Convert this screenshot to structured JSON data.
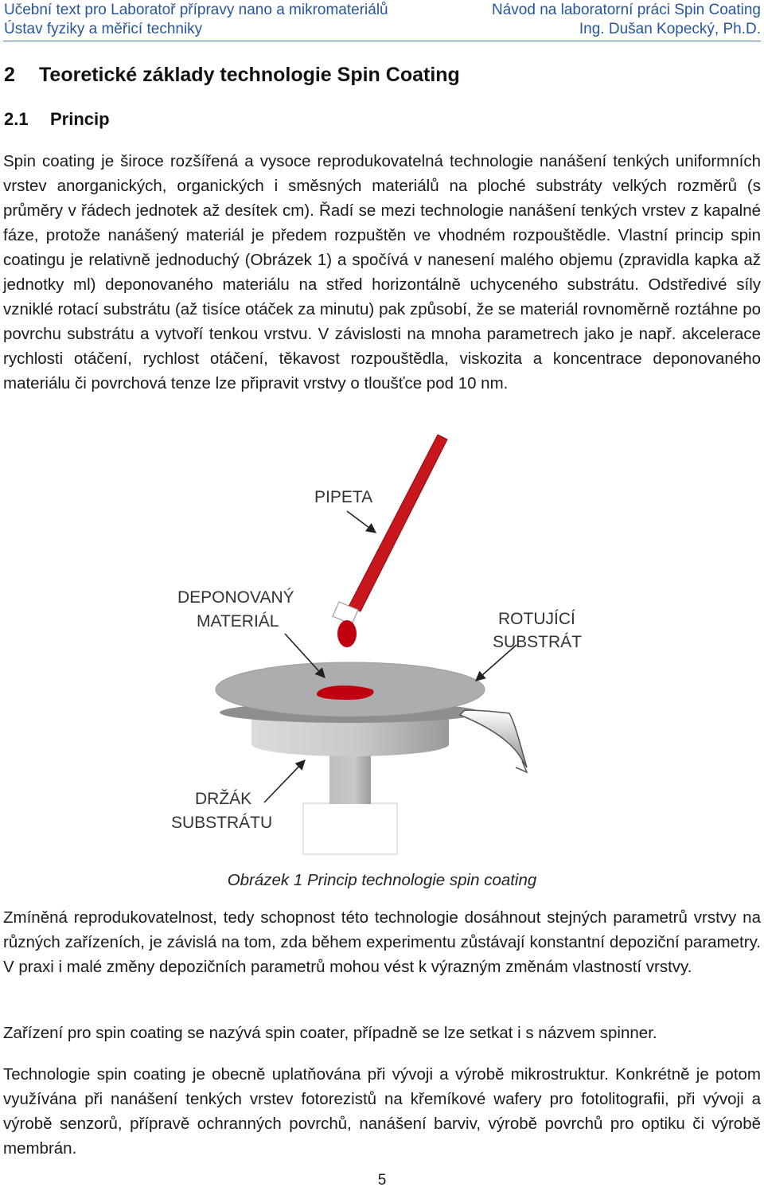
{
  "header": {
    "left_line1": "Učební text pro Laboratoř přípravy nano a mikromateriálů",
    "left_line2": "Ústav fyziky a měřicí techniky",
    "right_line1": "Návod na laboratorní práci Spin Coating",
    "right_line2": "Ing. Dušan Kopecký, Ph.D."
  },
  "section": {
    "number": "2",
    "title": "Teoretické základy technologie Spin Coating"
  },
  "subsection": {
    "number": "2.1",
    "title": "Princip"
  },
  "paragraph1": "Spin coating je široce rozšířená a vysoce reprodukovatelná technologie nanášení tenkých uniformních vrstev anorganických, organických i směsných materiálů na ploché substráty velkých rozměrů (s průměry v řádech jednotek až desítek cm). Řadí se mezi technologie nanášení tenkých vrstev z kapalné fáze, protože nanášený materiál je předem rozpuštěn ve vhodném rozpouštědle. Vlastní princip spin coatingu je relativně jednoduchý (Obrázek 1) a spočívá v nanesení malého objemu (zpravidla kapka až jednotky ml) deponovaného materiálu na střed horizontálně uchyceného substrátu. Odstředivé síly vzniklé rotací substrátu (až tisíce otáček za minutu) pak způsobí, že se materiál rovnoměrně roztáhne po povrchu substrátu a vytvoří tenkou vrstvu. V závislosti na mnoha parametrech jako je např. akcelerace rychlosti otáčení, rychlost otáčení, těkavost rozpouštědla, viskozita a koncentrace deponovaného materiálu či povrchová tenze lze připravit vrstvy o tloušťce pod 10 nm.",
  "figure": {
    "label_pipette": "PIPETA",
    "label_material_line1": "DEPONOVANÝ",
    "label_material_line2": "MATERIÁL",
    "label_substrate_line1": "ROTUJÍCÍ",
    "label_substrate_line2": "SUBSTRÁT",
    "label_holder_line1": "DRŽÁK",
    "label_holder_line2": "SUBSTRÁTU",
    "colors": {
      "pipette": "#c8161d",
      "drop": "#c00010",
      "disk": "#a9a9a9",
      "holder": "#c4c4c4",
      "text": "#333333"
    }
  },
  "caption": "Obrázek 1 Princip technologie spin coating",
  "paragraph2": "Zmíněná reprodukovatelnost, tedy schopnost této technologie dosáhnout stejných parametrů vrstvy na různých zařízeních, je závislá na tom, zda během experimentu zůstávají konstantní depoziční parametry. V praxi i malé změny depozičních parametrů mohou vést k výrazným změnám vlastností vrstvy.",
  "paragraph3": "Zařízení pro spin coating se nazývá spin coater, případně se lze setkat i s názvem spinner.",
  "paragraph4": "Technologie spin coating je obecně uplatňována při vývoji a výrobě mikrostruktur. Konkrétně je potom využívána při nanášení tenkých vrstev fotorezistů na křemíkové wafery pro fotolitografii, při vývoji a výrobě senzorů, přípravě ochranných povrchů, nanášení barviv, výrobě povrchů pro optiku či výrobě membrán.",
  "page_number": "5"
}
